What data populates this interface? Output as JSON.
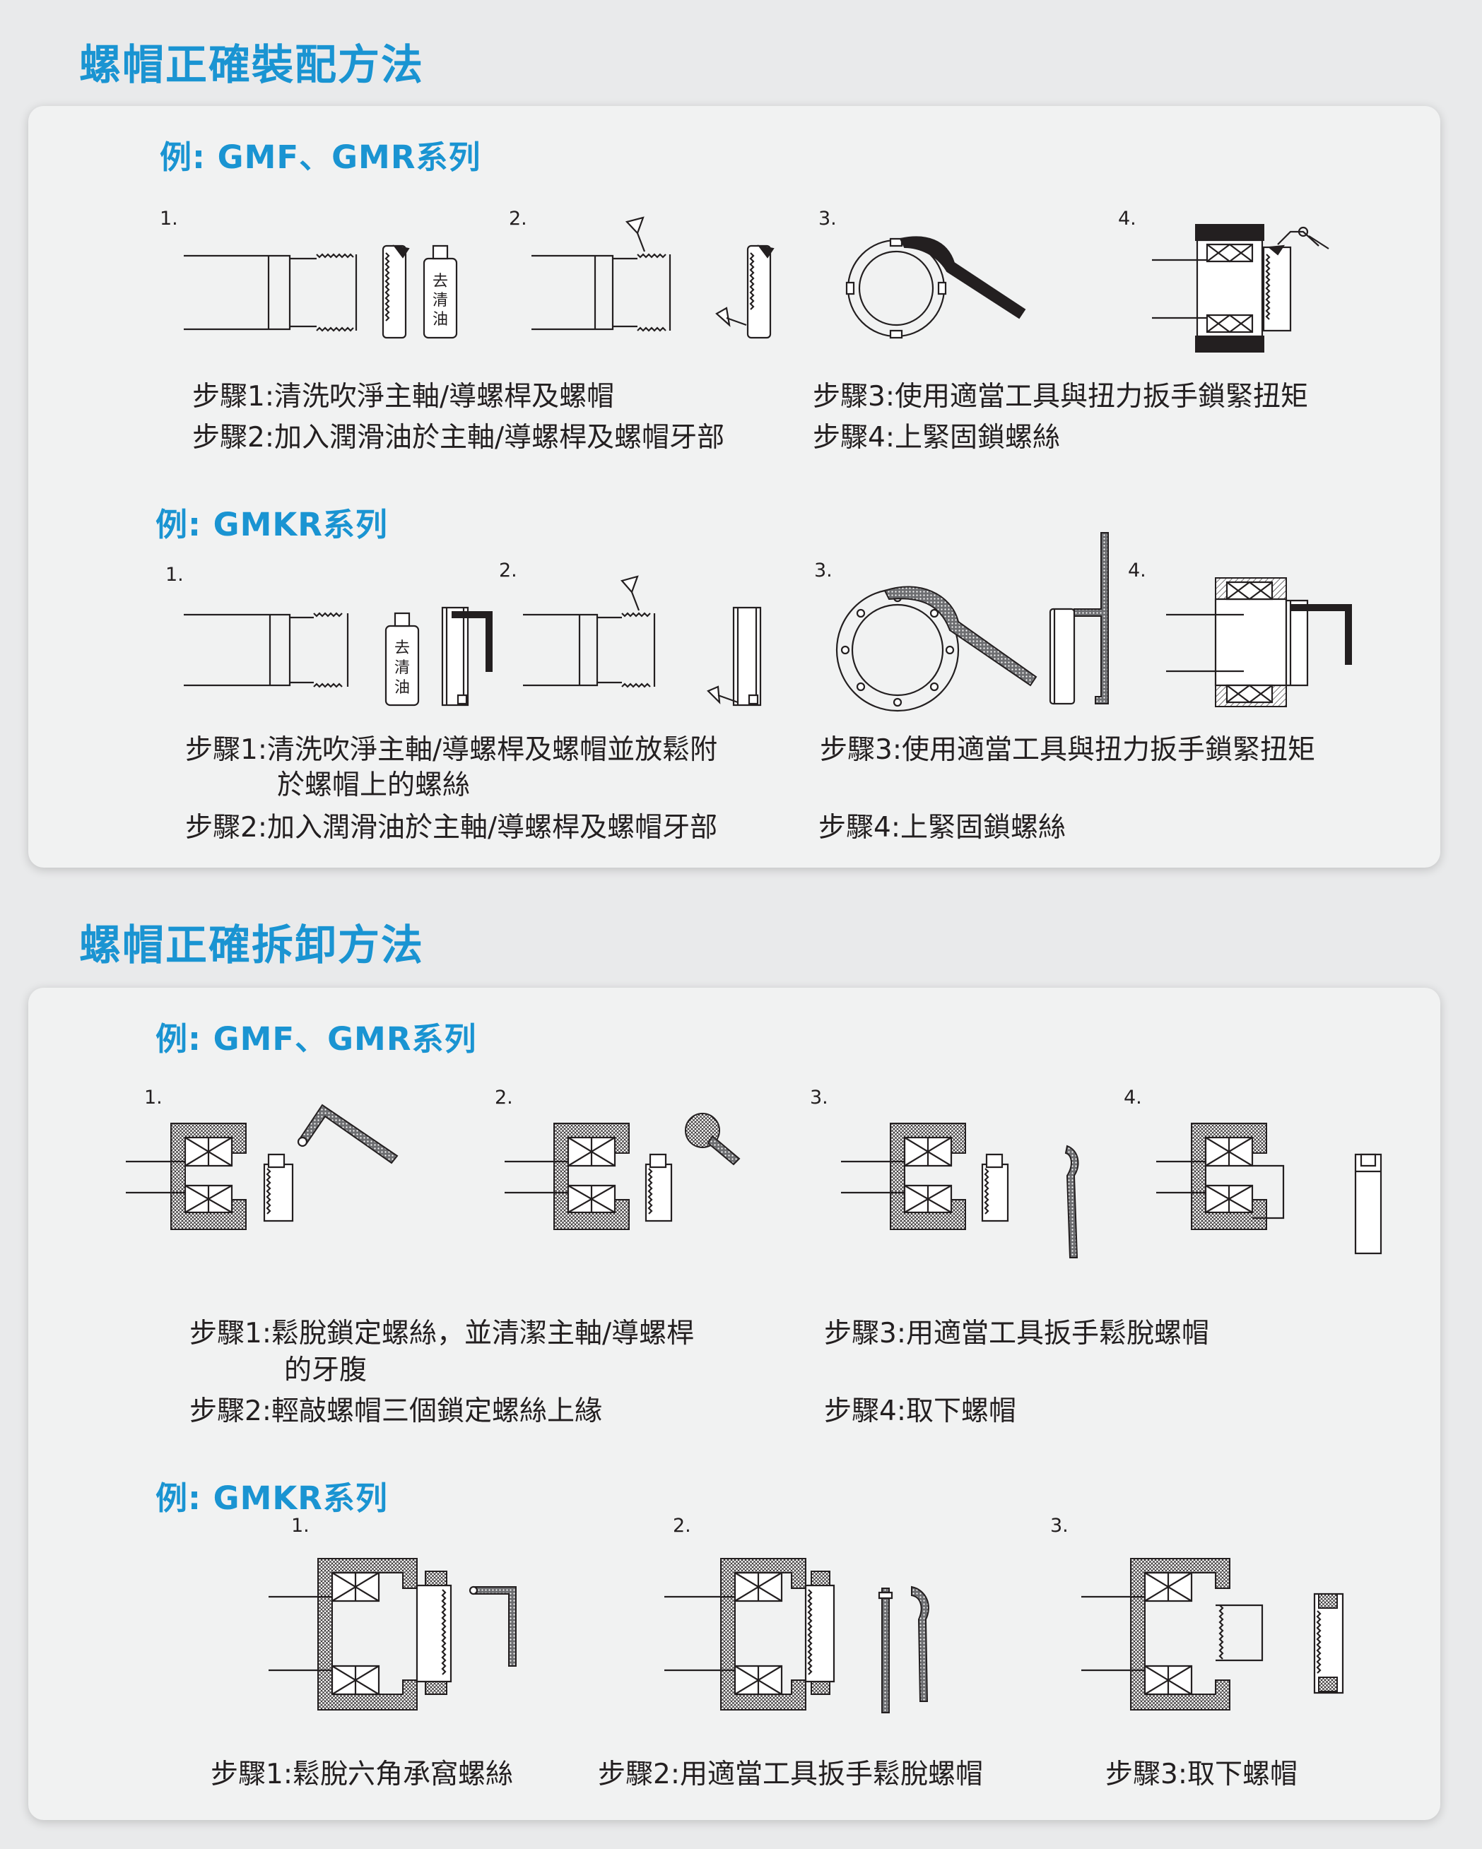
{
  "install": {
    "title": "螺帽正確裝配方法",
    "gmf": {
      "title": "例: GMF、GMR系列",
      "nums": [
        "1.",
        "2.",
        "3.",
        "4."
      ],
      "bottle_text": [
        "去",
        "清",
        "油"
      ],
      "steps": {
        "s1": "步驟1:清洗吹淨主軸/導螺桿及螺帽",
        "s2": "步驟2:加入潤滑油於主軸/導螺桿及螺帽牙部",
        "s3": "步驟3:使用適當工具與扭力扳手鎖緊扭矩",
        "s4": "步驟4:上緊固鎖螺絲"
      }
    },
    "gmkr": {
      "title": "例: GMKR系列",
      "nums": [
        "1.",
        "2.",
        "3.",
        "4."
      ],
      "bottle_text": [
        "去",
        "清",
        "油"
      ],
      "steps": {
        "s1_line1": "步驟1:清洗吹淨主軸/導螺桿及螺帽並放鬆附",
        "s1_line2": "於螺帽上的螺絲",
        "s2": "步驟2:加入潤滑油於主軸/導螺桿及螺帽牙部",
        "s3": "步驟3:使用適當工具與扭力扳手鎖緊扭矩",
        "s4": "步驟4:上緊固鎖螺絲"
      }
    }
  },
  "remove": {
    "title": "螺帽正確拆卸方法",
    "gmf": {
      "title": "例: GMF、GMR系列",
      "nums": [
        "1.",
        "2.",
        "3.",
        "4."
      ],
      "steps": {
        "s1_line1": "步驟1:鬆脫鎖定螺絲，並清潔主軸/導螺桿",
        "s1_line2": "的牙腹",
        "s2": "步驟2:輕敲螺帽三個鎖定螺絲上緣",
        "s3": "步驟3:用適當工具扳手鬆脫螺帽",
        "s4": "步驟4:取下螺帽"
      }
    },
    "gmkr": {
      "title": "例: GMKR系列",
      "nums": [
        "1.",
        "2.",
        "3."
      ],
      "steps": {
        "s1": "步驟1:鬆脫六角承窩螺絲",
        "s2": "步驟2:用適當工具扳手鬆脫螺帽",
        "s3": "步驟3:取下螺帽"
      }
    }
  }
}
